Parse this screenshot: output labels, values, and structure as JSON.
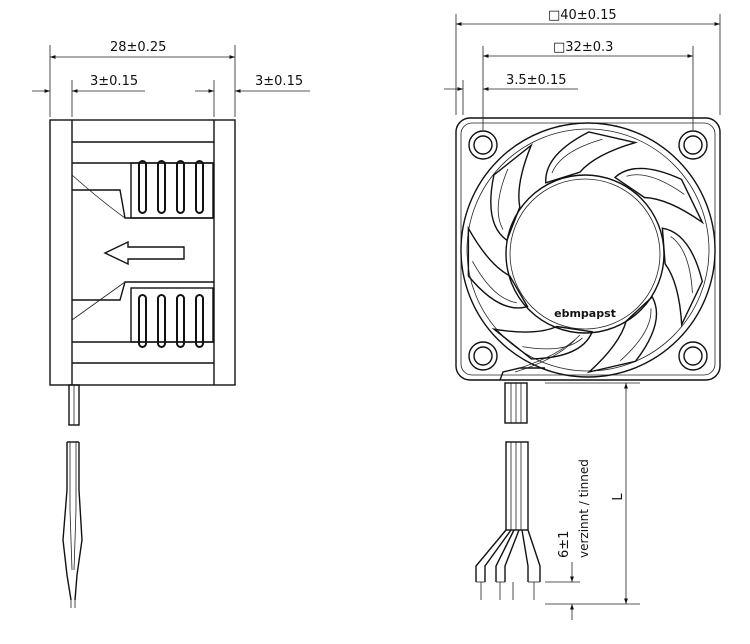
{
  "dimensions": {
    "side_width": "28±0.25",
    "side_left_flange": "3±0.15",
    "side_right_flange": "3±0.15",
    "front_frame": "□40±0.15",
    "front_hole_pitch": "□32±0.3",
    "front_hole_offset": "3.5±0.15",
    "wire_length": "L",
    "strip_length": "6±1",
    "strip_note": "verzinnt / tinned"
  },
  "brand_label": "ebmpapst"
}
